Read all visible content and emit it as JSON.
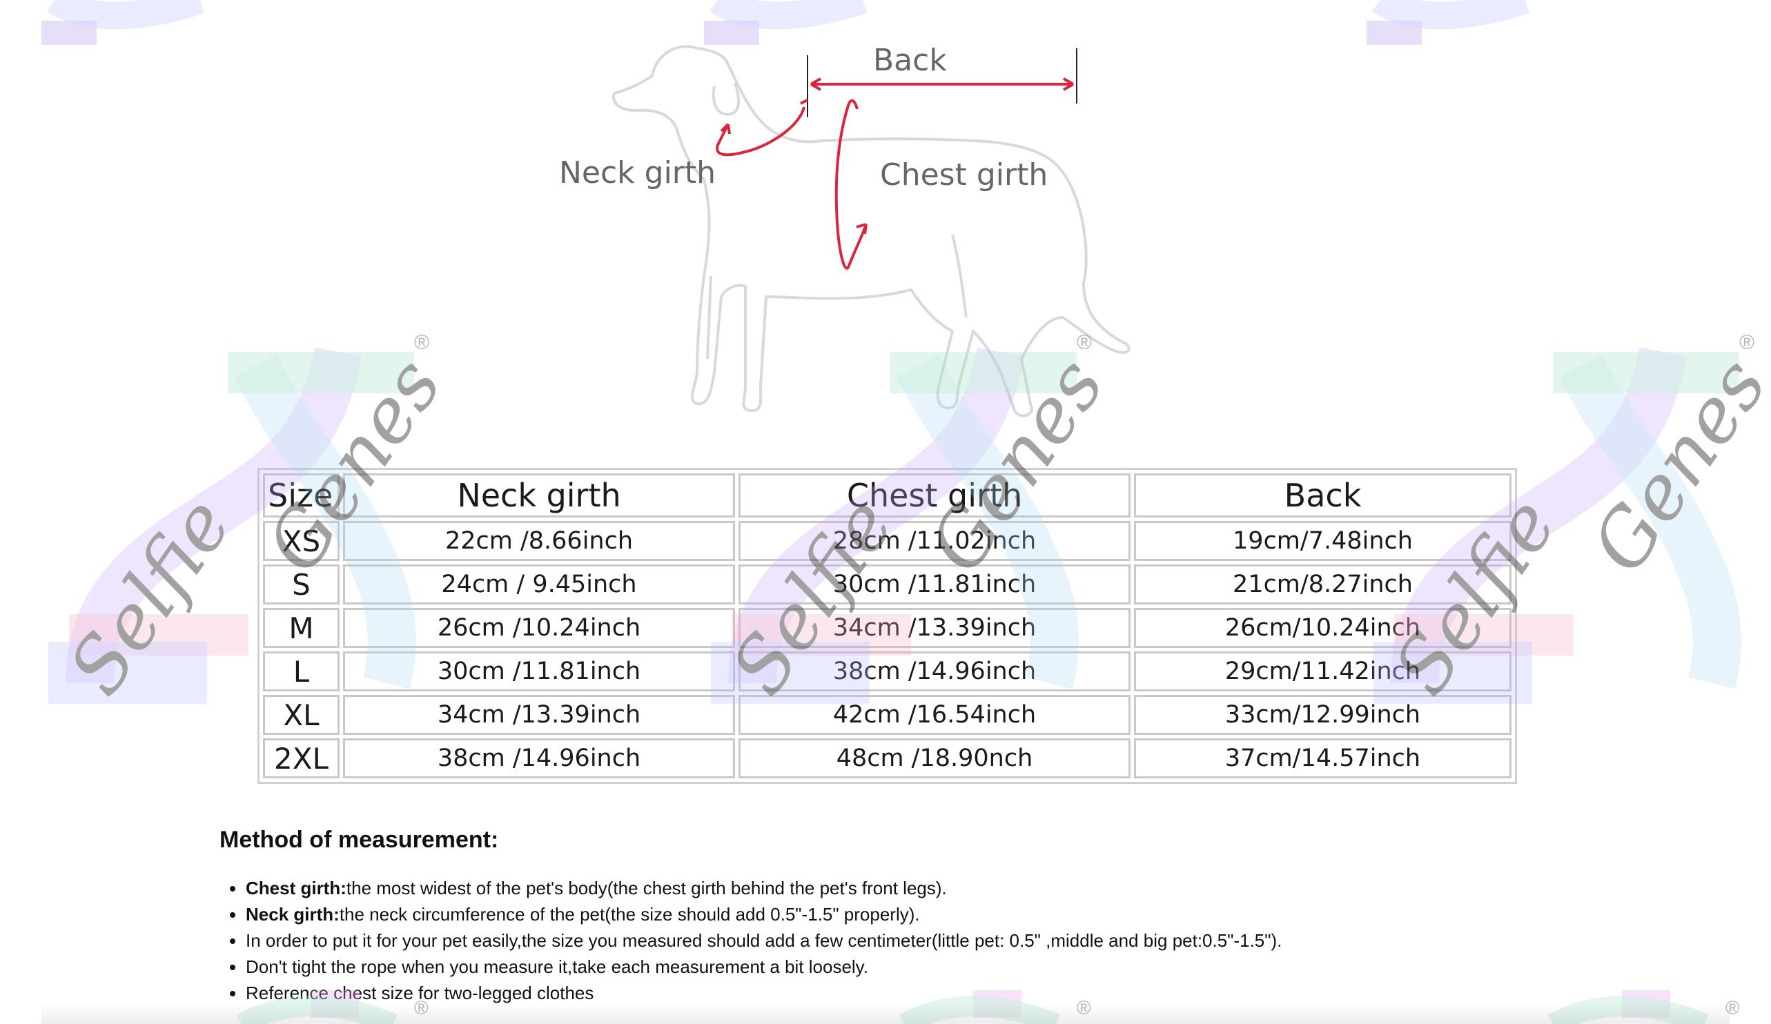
{
  "diagram": {
    "back_label": "Back",
    "neck_label": "Neck girth",
    "chest_label": "Chest girth"
  },
  "watermark": {
    "text_a": "Selfie",
    "text_b": "Genes",
    "mark": "®"
  },
  "size_table": {
    "headers": [
      "Size",
      "Neck girth",
      "Chest girth",
      "Back"
    ],
    "rows": [
      [
        "XS",
        "22cm /8.66inch",
        "28cm /11.02inch",
        "19cm/7.48inch"
      ],
      [
        "S",
        "24cm / 9.45inch",
        "30cm /11.81inch",
        "21cm/8.27inch"
      ],
      [
        "M",
        "26cm /10.24inch",
        "34cm /13.39inch",
        "26cm/10.24inch"
      ],
      [
        "L",
        "30cm /11.81inch",
        "38cm /14.96inch",
        "29cm/11.42inch"
      ],
      [
        "XL",
        "34cm /13.39inch",
        "42cm /16.54inch",
        "33cm/12.99inch"
      ],
      [
        "2XL",
        "38cm /14.96inch",
        "48cm /18.90nch",
        "37cm/14.57inch"
      ]
    ]
  },
  "method": {
    "title": "Method of measurement:",
    "items": [
      {
        "bold": "Chest girth:",
        "text": "the most widest of the pet's body(the chest girth behind the pet's front legs)."
      },
      {
        "bold": "Neck girth:",
        "text": "the neck circumference of the pet(the size should add 0.5\"-1.5\" properly)."
      },
      {
        "bold": "",
        "text": "In order to put it for your pet easily,the size you measured should add a few centimeter(little pet: 0.5\" ,middle and big pet:0.5\"-1.5\")."
      },
      {
        "bold": "",
        "text": "Don't tight the rope when you measure it,take each measurement a bit loosely."
      },
      {
        "bold": "",
        "text": "Reference chest size for two-legged clothes"
      }
    ]
  },
  "colors": {
    "measure_red": "#d8263e",
    "outline_gray": "#d9d9d9",
    "table_border": "#c8c8c8"
  }
}
